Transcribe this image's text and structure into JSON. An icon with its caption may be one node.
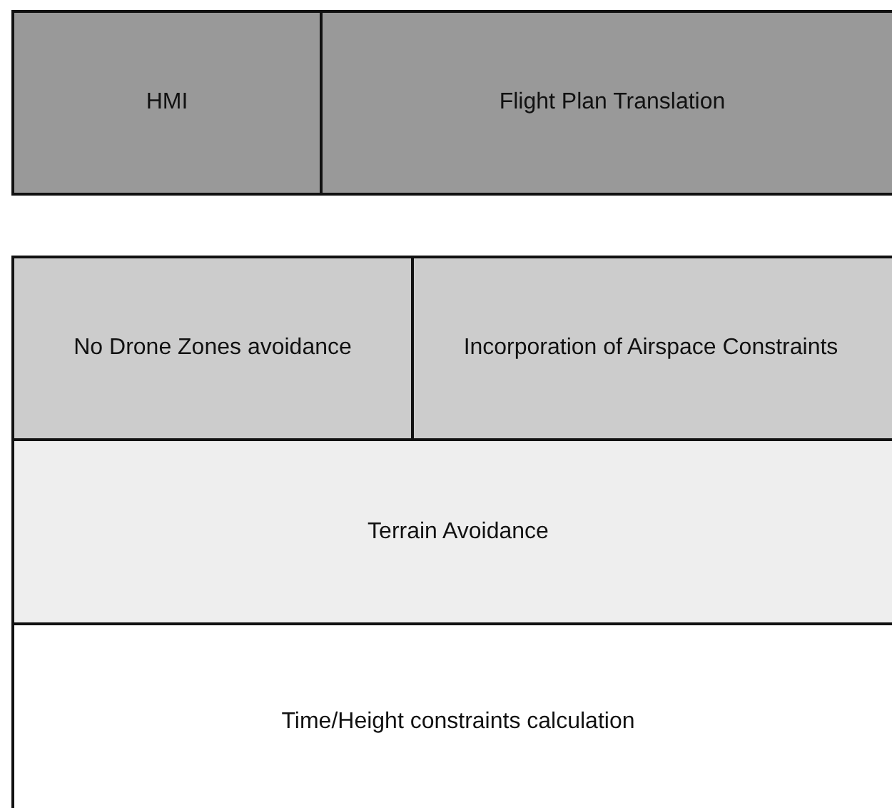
{
  "diagram": {
    "nodes": [
      {
        "text": [
          "HMI"
        ]
      },
      {
        "text": [
          "Flight Plan Translation"
        ]
      },
      {
        "text": [
          "No Drone Zones avoidance"
        ]
      },
      {
        "text": [
          "Incorporation of Airspace Constraints"
        ]
      },
      {
        "text": [
          "Terrain Avoidance"
        ]
      },
      {
        "text": [
          "Time/Height constraints calculation"
        ]
      }
    ]
  }
}
